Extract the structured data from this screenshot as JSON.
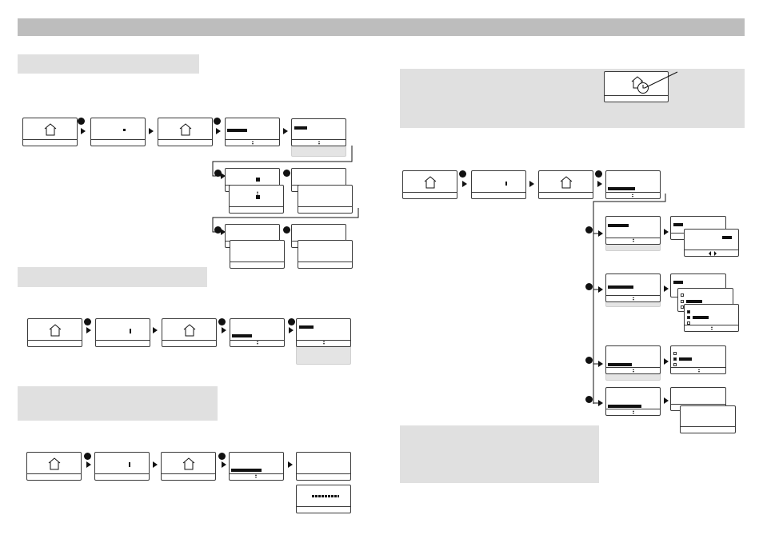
{
  "colors": {
    "header": "#bdbdbd",
    "panel": "#e0e0e0",
    "display_border": "#3a3a3a",
    "display_fill": "#ffffff",
    "highlight": "#111111"
  },
  "icons": [
    "house-icon",
    "clock-icon",
    "step-dot-icon",
    "arrow-right-icon",
    "up-down-arrow-icon",
    "checkbox-icon"
  ],
  "sections": [
    "section-1",
    "section-2",
    "section-3",
    "section-4",
    "section-5"
  ]
}
